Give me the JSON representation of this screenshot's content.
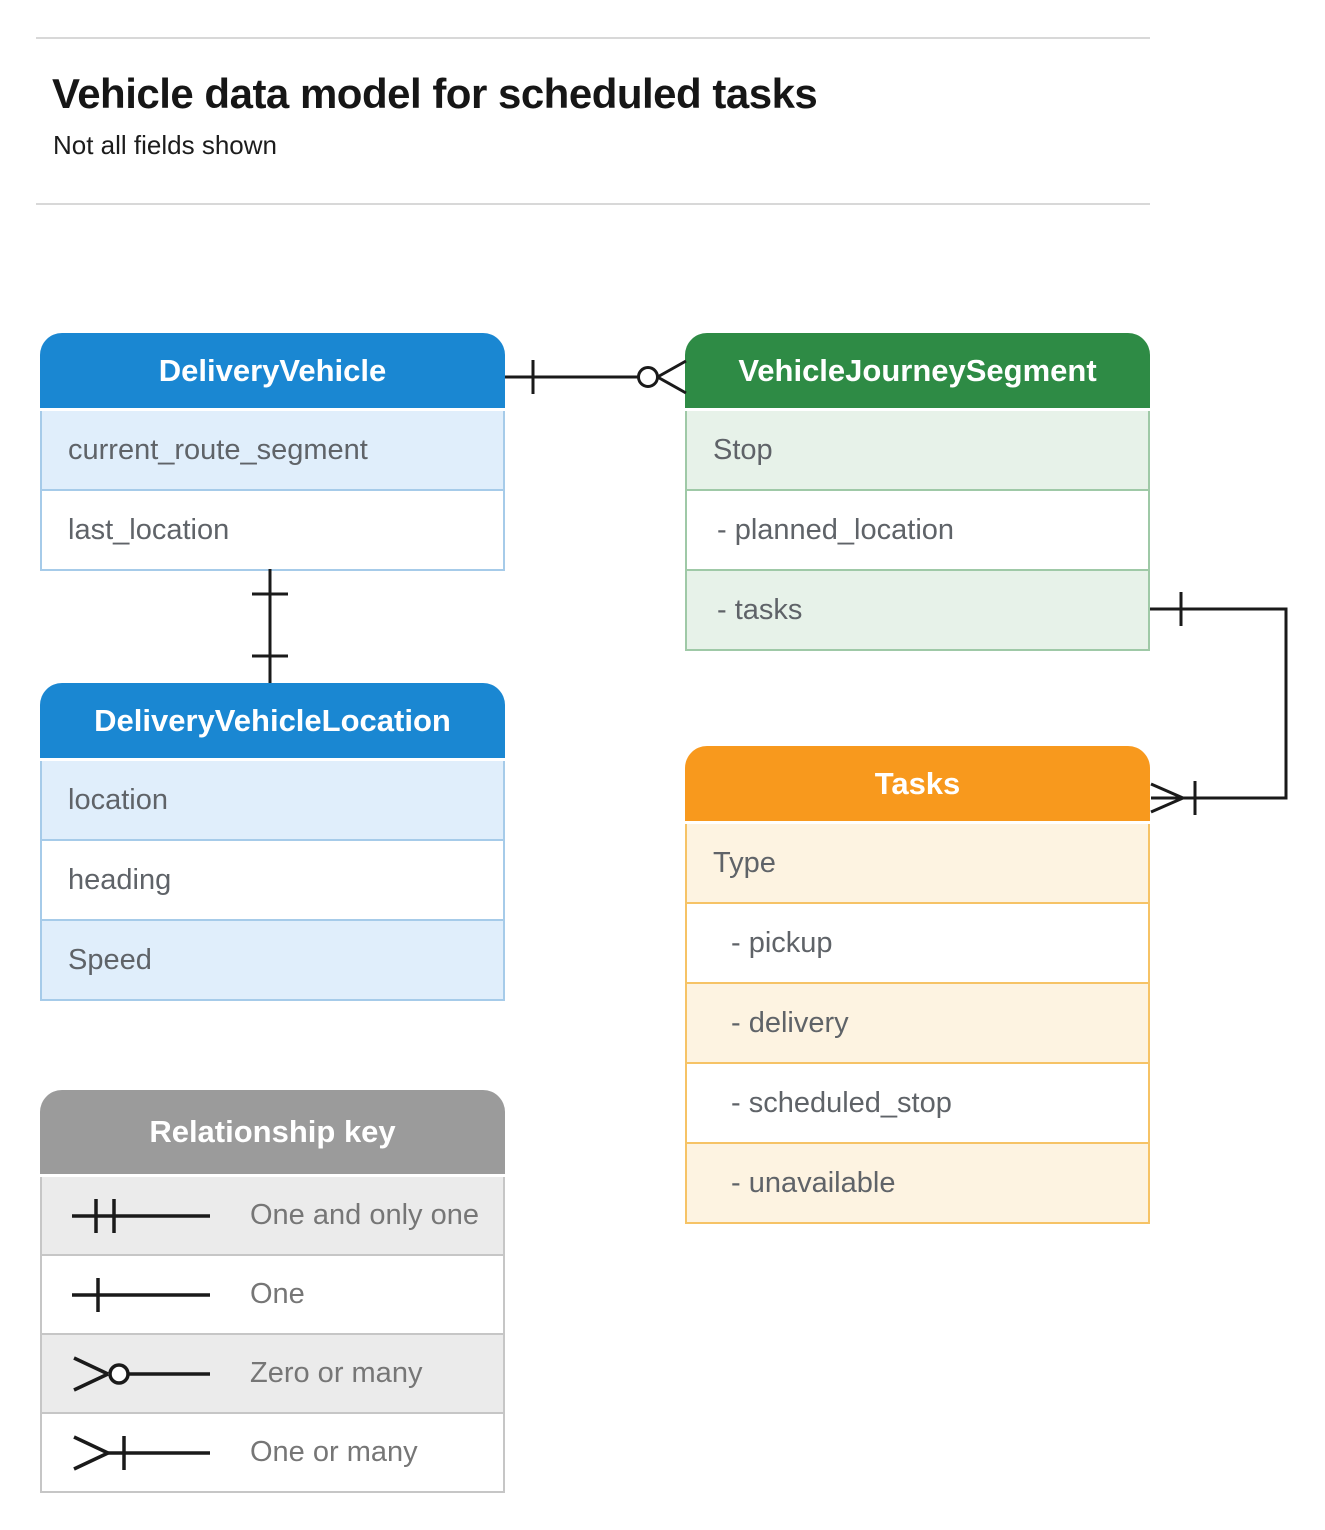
{
  "header": {
    "title": "Vehicle data model for scheduled tasks",
    "subtitle": "Not all fields shown"
  },
  "colors": {
    "blue_header": "#1a87d2",
    "green_header": "#2e8b45",
    "orange_header": "#f8991d",
    "gray_header": "#9b9b9b",
    "connector_line": "#1a1a1a",
    "field_text": "#5f6368"
  },
  "entities": {
    "delivery_vehicle": {
      "title": "DeliveryVehicle",
      "fields": [
        "current_route_segment",
        "last_location"
      ]
    },
    "vehicle_journey_segment": {
      "title": "VehicleJourneySegment",
      "fields": [
        "Stop",
        "- planned_location",
        "- tasks"
      ]
    },
    "delivery_vehicle_location": {
      "title": "DeliveryVehicleLocation",
      "fields": [
        "location",
        "heading",
        "Speed"
      ]
    },
    "tasks": {
      "title": "Tasks",
      "fields": [
        "Type",
        "- pickup",
        "- delivery",
        "- scheduled_stop",
        "- unavailable"
      ]
    }
  },
  "relationships": [
    {
      "from": "DeliveryVehicle",
      "to": "VehicleJourneySegment",
      "from_cardinality": "one",
      "to_cardinality": "zero-or-many"
    },
    {
      "from": "DeliveryVehicle",
      "to": "DeliveryVehicleLocation",
      "from_cardinality": "one",
      "to_cardinality": "one"
    },
    {
      "from": "VehicleJourneySegment.tasks",
      "to": "Tasks",
      "from_cardinality": "one",
      "to_cardinality": "one-or-many"
    }
  ],
  "legend": {
    "title": "Relationship key",
    "items": [
      {
        "symbol": "one-and-only-one",
        "label": "One and only one"
      },
      {
        "symbol": "one",
        "label": "One"
      },
      {
        "symbol": "zero-or-many",
        "label": "Zero or many"
      },
      {
        "symbol": "one-or-many",
        "label": "One or many"
      }
    ]
  }
}
